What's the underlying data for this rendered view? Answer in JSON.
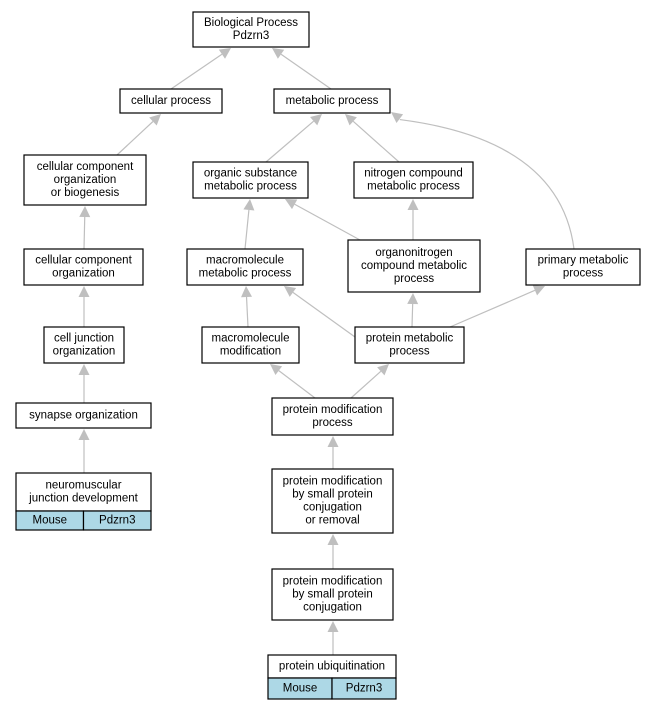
{
  "nodes": {
    "root": [
      "Biological Process",
      "Pdzrn3"
    ],
    "cellular_process": [
      "cellular process"
    ],
    "metabolic_process": [
      "metabolic process"
    ],
    "ccob": [
      "cellular component",
      "organization",
      "or biogenesis"
    ],
    "cco": [
      "cellular component",
      "organization"
    ],
    "cjo": [
      "cell junction",
      "organization"
    ],
    "synapse_org": [
      "synapse organization"
    ],
    "nmj_dev": [
      "neuromuscular",
      "junction development"
    ],
    "organic_sub": [
      "organic substance",
      "metabolic process"
    ],
    "nitrogen_comp": [
      "nitrogen compound",
      "metabolic process"
    ],
    "macromolecule_met": [
      "macromolecule",
      "metabolic process"
    ],
    "organonitrogen": [
      "organonitrogen",
      "compound metabolic",
      "process"
    ],
    "primary_met": [
      "primary metabolic",
      "process"
    ],
    "macromolecule_mod": [
      "macromolecule",
      "modification"
    ],
    "protein_met": [
      "protein metabolic",
      "process"
    ],
    "protein_mod": [
      "protein modification",
      "process"
    ],
    "pm_small_conj_removal": [
      "protein modification",
      "by small protein",
      "conjugation",
      "or removal"
    ],
    "pm_small_conj": [
      "protein modification",
      "by small protein",
      "conjugation"
    ],
    "protein_ubiq": [
      "protein ubiquitination"
    ]
  },
  "leaf_cells": {
    "nmj_dev": [
      "Mouse",
      "Pdzrn3"
    ],
    "protein_ubiq": [
      "Mouse",
      "Pdzrn3"
    ]
  },
  "edges": [
    [
      "cellular_process",
      "root"
    ],
    [
      "metabolic_process",
      "root"
    ],
    [
      "ccob",
      "cellular_process"
    ],
    [
      "cco",
      "ccob"
    ],
    [
      "cjo",
      "cco"
    ],
    [
      "synapse_org",
      "cjo"
    ],
    [
      "nmj_dev",
      "synapse_org"
    ],
    [
      "organic_sub",
      "metabolic_process"
    ],
    [
      "nitrogen_comp",
      "metabolic_process"
    ],
    [
      "primary_met",
      "metabolic_process"
    ],
    [
      "macromolecule_met",
      "organic_sub"
    ],
    [
      "organonitrogen",
      "organic_sub"
    ],
    [
      "organonitrogen",
      "nitrogen_comp"
    ],
    [
      "macromolecule_mod",
      "macromolecule_met"
    ],
    [
      "protein_met",
      "macromolecule_met"
    ],
    [
      "protein_met",
      "organonitrogen"
    ],
    [
      "protein_met",
      "primary_met"
    ],
    [
      "protein_mod",
      "macromolecule_mod"
    ],
    [
      "protein_mod",
      "protein_met"
    ],
    [
      "pm_small_conj_removal",
      "protein_mod"
    ],
    [
      "pm_small_conj",
      "pm_small_conj_removal"
    ],
    [
      "protein_ubiq",
      "pm_small_conj"
    ]
  ],
  "colors": {
    "leaf_cell": "#add8e6",
    "edge": "#bfbfbf",
    "border": "#000000"
  }
}
